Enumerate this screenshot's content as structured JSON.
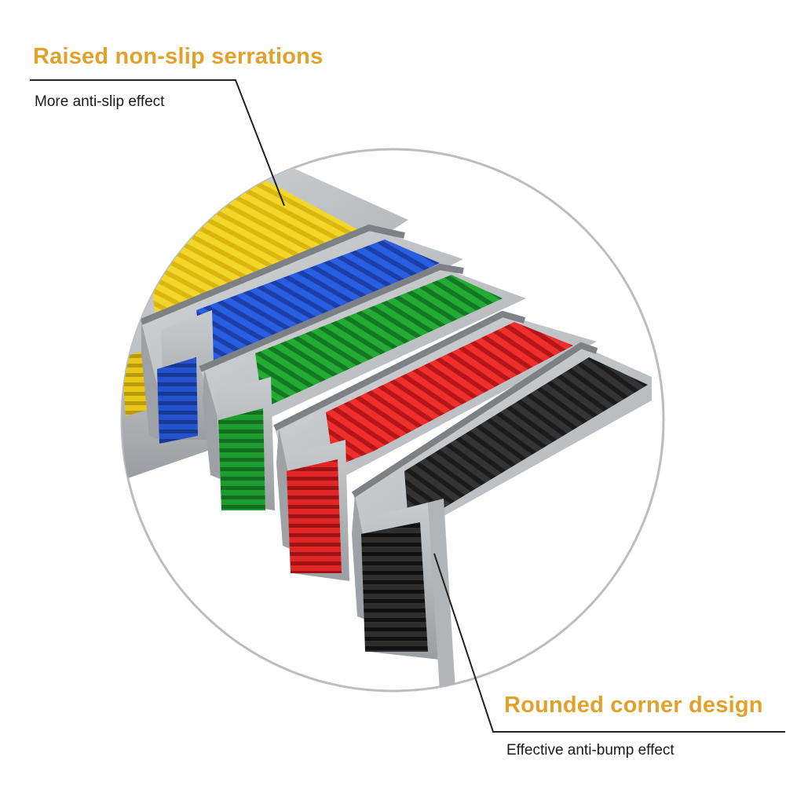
{
  "callouts": {
    "top": {
      "title": "Raised non-slip serrations",
      "subtitle": "More anti-slip effect"
    },
    "bottom": {
      "title": "Rounded corner design",
      "subtitle": "Effective anti-bump effect"
    }
  },
  "colors": {
    "accent": "#E1A12A",
    "text": "#1A1A1A",
    "line": "#222222",
    "circle": "#B8B8B8",
    "aluminum": "#BFC2C5",
    "aluminum_dark": "#8E9296",
    "strip_yellow": "#F2D31C",
    "strip_blue": "#1F4FD0",
    "strip_green": "#1E9A2E",
    "strip_red": "#E42424",
    "strip_black": "#2A2A2A"
  },
  "product": {
    "strips": [
      "yellow",
      "blue",
      "green",
      "red",
      "black"
    ]
  }
}
